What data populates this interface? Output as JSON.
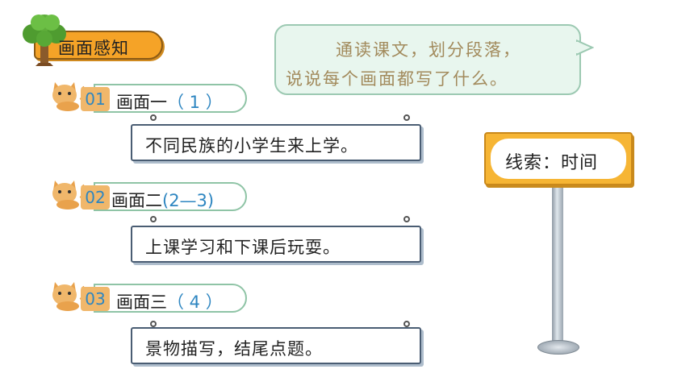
{
  "title": {
    "label": "画面感知"
  },
  "bubble": {
    "line1": "通读课文，划分段落，",
    "line2": "说说每个画面都写了什么。"
  },
  "sections": [
    {
      "number": "01",
      "label": "画面一",
      "paren": "（ 1 ）",
      "content": "不同民族的小学生来上学。"
    },
    {
      "number": "02",
      "label": "画面二",
      "paren": "(2—3)",
      "content": "上课学习和下课后玩耍。"
    },
    {
      "number": "03",
      "label": "画面三",
      "paren": "（ 4 ）",
      "content": "景物描写，结尾点题。"
    }
  ],
  "signpost": {
    "text": "线索：时间"
  },
  "colors": {
    "accent_orange": "#f5a327",
    "number_blue": "#2e86c1",
    "bubble_bg": "#e8f6ee",
    "bubble_text": "#a28a5c"
  },
  "icons": [
    "tree-icon",
    "cat-icon",
    "pin-icon",
    "signpost-icon"
  ]
}
